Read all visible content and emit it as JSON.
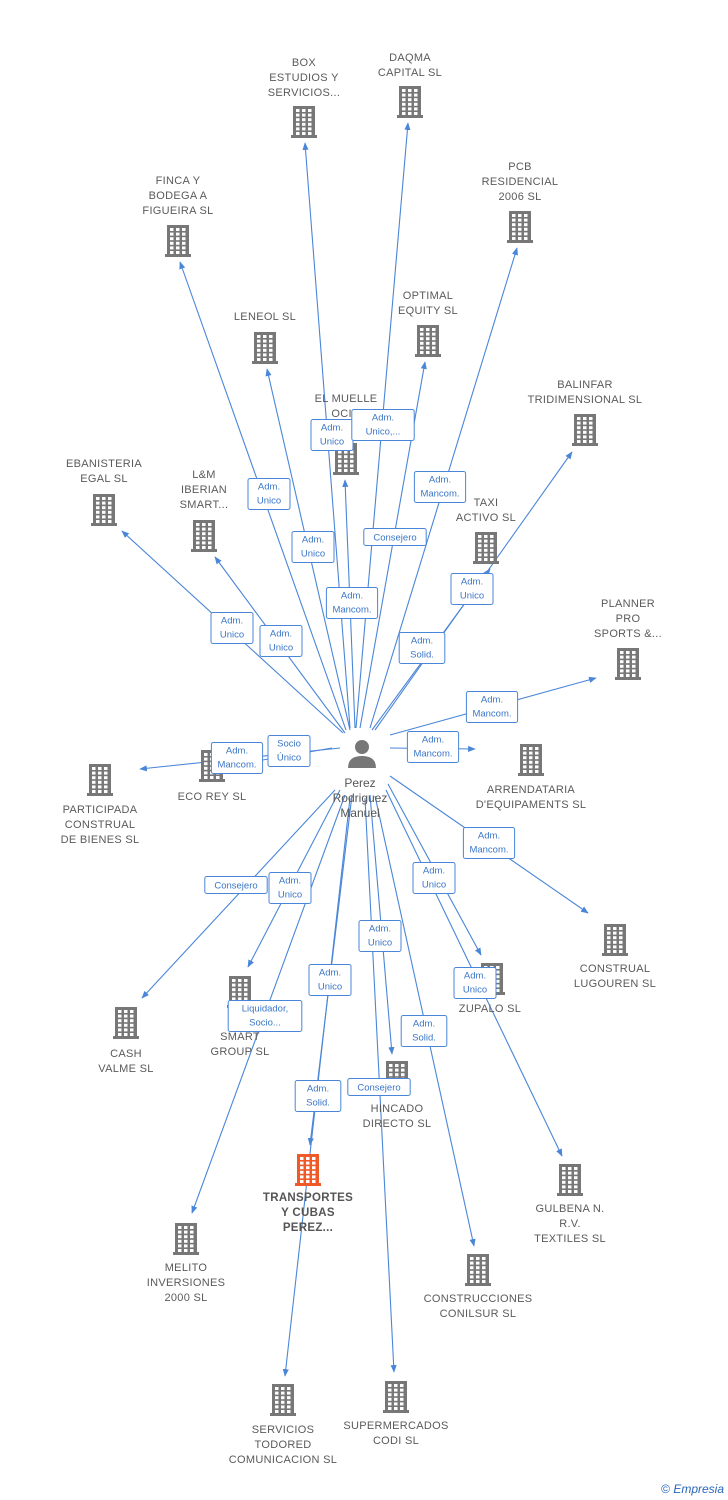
{
  "center": {
    "name_lines": [
      "Perez",
      "Rodriguez",
      "Manuel"
    ],
    "icon": "person-icon"
  },
  "colors": {
    "edge": "#4a86d8",
    "building": "#777777",
    "focus_building": "#f05a28"
  },
  "companies": [
    {
      "id": "box",
      "lines": [
        "BOX",
        "ESTUDIOS Y",
        "SERVICIOS..."
      ],
      "icon": "building-icon"
    },
    {
      "id": "daqma",
      "lines": [
        "DAQMA",
        "CAPITAL  SL"
      ],
      "icon": "building-icon"
    },
    {
      "id": "pcb",
      "lines": [
        "PCB",
        "RESIDENCIAL",
        "2006 SL"
      ],
      "icon": "building-icon"
    },
    {
      "id": "finca",
      "lines": [
        "FINCA Y",
        "BODEGA A",
        "FIGUEIRA  SL"
      ],
      "icon": "building-icon"
    },
    {
      "id": "leneol",
      "lines": [
        "LENEOL SL"
      ],
      "icon": "building-icon"
    },
    {
      "id": "optimal",
      "lines": [
        "OPTIMAL",
        "EQUITY SL"
      ],
      "icon": "building-icon"
    },
    {
      "id": "muelle",
      "lines": [
        "EL MUELLE",
        "OCIO",
        "E...  S"
      ],
      "icon": "building-icon"
    },
    {
      "id": "balinfar",
      "lines": [
        "BALINFAR",
        "TRIDIMENSIONAL SL"
      ],
      "icon": "building-icon"
    },
    {
      "id": "ebanisteria",
      "lines": [
        "EBANISTERIA",
        "EGAL SL"
      ],
      "icon": "building-icon"
    },
    {
      "id": "lm",
      "lines": [
        "L&M",
        "IBERIAN",
        "SMART..."
      ],
      "icon": "building-icon"
    },
    {
      "id": "taxi",
      "lines": [
        "TAXI",
        "ACTIVO SL"
      ],
      "icon": "building-icon"
    },
    {
      "id": "planner",
      "lines": [
        "PLANNER",
        "PRO",
        "SPORTS &..."
      ],
      "icon": "building-icon"
    },
    {
      "id": "participada",
      "lines": [
        "PARTICIPADA",
        "CONSTRUAL",
        "DE BIENES  SL"
      ],
      "icon": "building-icon"
    },
    {
      "id": "ecorey",
      "lines": [
        "ECO REY  SL"
      ],
      "icon": "building-icon"
    },
    {
      "id": "arrendataria",
      "lines": [
        "ARRENDATARIA",
        "D'EQUIPAMENTS SL"
      ],
      "icon": "building-icon"
    },
    {
      "id": "construal",
      "lines": [
        "CONSTRUAL",
        "LUGOUREN  SL"
      ],
      "icon": "building-icon"
    },
    {
      "id": "zupalo",
      "lines": [
        "ZUPALO SL"
      ],
      "icon": "building-icon"
    },
    {
      "id": "cash",
      "lines": [
        "CASH",
        "VALME  SL"
      ],
      "icon": "building-icon"
    },
    {
      "id": "nsmart",
      "lines": [
        "N",
        "SMART",
        "GROUP  SL"
      ],
      "icon": "building-icon"
    },
    {
      "id": "hincado",
      "lines": [
        "HINCADO",
        "DIRECTO  SL"
      ],
      "icon": "building-icon"
    },
    {
      "id": "transportes",
      "lines": [
        "TRANSPORTES",
        "Y CUBAS",
        "PEREZ..."
      ],
      "icon": "building-icon",
      "focus": true
    },
    {
      "id": "gulbena",
      "lines": [
        "GULBENA N.",
        "R.V.",
        "TEXTILES SL"
      ],
      "icon": "building-icon"
    },
    {
      "id": "melito",
      "lines": [
        "MELITO",
        "INVERSIONES",
        "2000  SL"
      ],
      "icon": "building-icon"
    },
    {
      "id": "conilsur",
      "lines": [
        "CONSTRUCCIONES",
        "CONILSUR  SL"
      ],
      "icon": "building-icon"
    },
    {
      "id": "todored",
      "lines": [
        "SERVICIOS",
        "TODORED",
        "COMUNICACION SL"
      ],
      "icon": "building-icon"
    },
    {
      "id": "codi",
      "lines": [
        "SUPERMERCADOS",
        "CODI SL"
      ],
      "icon": "building-icon"
    }
  ],
  "relations": [
    {
      "to": "box",
      "lines": [
        "Adm.",
        "Unico"
      ]
    },
    {
      "to": "daqma",
      "lines": [
        "Adm.",
        "Unico,..."
      ]
    },
    {
      "to": "pcb",
      "lines": [
        "Adm.",
        "Mancom."
      ]
    },
    {
      "to": "finca",
      "lines": [
        "Adm.",
        "Unico"
      ]
    },
    {
      "to": "leneol",
      "lines": [
        "Adm.",
        "Unico"
      ]
    },
    {
      "to": "optimal",
      "lines": [
        "Consejero"
      ]
    },
    {
      "to": "muelle",
      "lines": [
        "Adm.",
        "Mancom."
      ]
    },
    {
      "to": "balinfar",
      "lines": [
        "Adm.",
        "Unico"
      ]
    },
    {
      "to": "ebanisteria",
      "lines": [
        "Adm.",
        "Unico"
      ]
    },
    {
      "to": "lm",
      "lines": [
        "Adm.",
        "Unico"
      ]
    },
    {
      "to": "taxi",
      "lines": [
        "Adm.",
        "Solid."
      ]
    },
    {
      "to": "planner",
      "lines": [
        "Adm.",
        "Mancom."
      ]
    },
    {
      "to": "participada",
      "lines": [
        "Adm.",
        "Mancom."
      ]
    },
    {
      "to": "ecorey",
      "lines": [
        "Socio",
        "Único"
      ]
    },
    {
      "to": "arrendataria",
      "lines": [
        "Adm.",
        "Mancom."
      ]
    },
    {
      "to": "construal",
      "lines": [
        "Adm.",
        "Mancom."
      ]
    },
    {
      "to": "zupalo",
      "lines": [
        "Adm.",
        "Unico"
      ]
    },
    {
      "to": "gulbena",
      "lines": [
        "Adm.",
        "Unico"
      ]
    },
    {
      "to": "cash",
      "lines": [
        "Consejero"
      ]
    },
    {
      "to": "nsmart",
      "lines": [
        "Adm.",
        "Unico"
      ]
    },
    {
      "to": "hincado",
      "lines": [
        "Adm.",
        "Unico"
      ]
    },
    {
      "to": "transportes",
      "lines": [
        "Adm.",
        "Unico"
      ]
    },
    {
      "to": "melito",
      "lines": [
        "Liquidador,",
        "Socio..."
      ]
    },
    {
      "to": "todored",
      "lines": [
        "Adm.",
        "Solid."
      ]
    },
    {
      "to": "conilsur",
      "lines": [
        "Adm.",
        "Solid."
      ]
    },
    {
      "to": "codi",
      "lines": [
        "Consejero"
      ]
    }
  ],
  "footer": {
    "copyright": "©",
    "brand": "Empresia"
  }
}
